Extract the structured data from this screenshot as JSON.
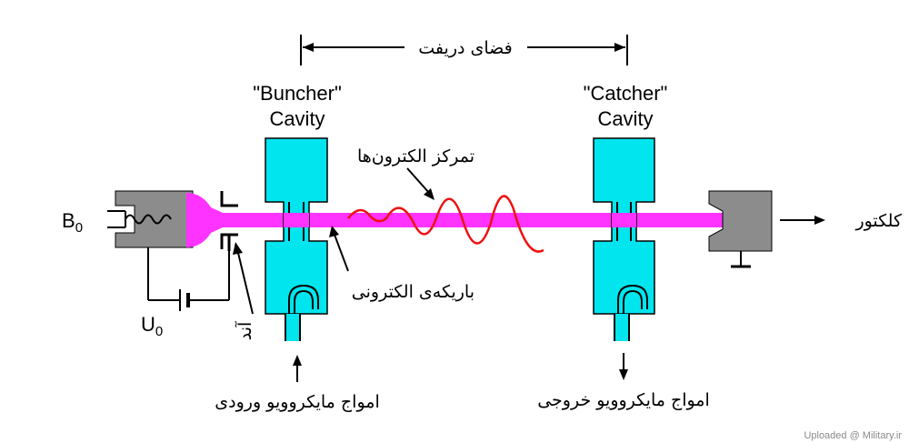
{
  "labels": {
    "drift_space": "فضای دریفت",
    "buncher_line1": "\"Buncher\"",
    "buncher_line2": "Cavity",
    "catcher_line1": "\"Catcher\"",
    "catcher_line2": "Cavity",
    "bunching": "تمرکز الکترون‌ها",
    "electron_beam": "باریکه‌ی الکترونی",
    "collector": "کلکتور",
    "b0_main": "B",
    "b0_sub": "0",
    "u0_main": "U",
    "u0_sub": "0",
    "anode": "آند",
    "input_microwave": "امواج مایکروویو ورودی",
    "output_microwave": "امواج مایکروویو خروجی",
    "watermark": "Uploaded @ Military.ir"
  },
  "colors": {
    "cavity_fill": "#00e5ee",
    "beam": "#ff33ff",
    "wave": "#ee1111",
    "gun_gray": "#8c8c8c",
    "collector_gray": "#8c8c8c",
    "line": "#000000"
  }
}
